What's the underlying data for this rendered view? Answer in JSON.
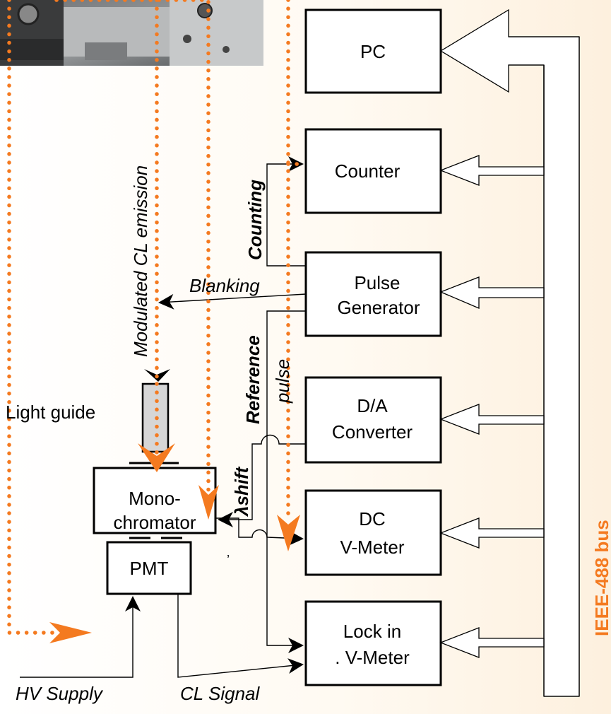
{
  "blocks": {
    "pc": "PC",
    "counter": "Counter",
    "pulse_line1": "Pulse",
    "pulse_line2": "Generator",
    "da_line1": "D/A",
    "da_line2": "Converter",
    "dc_line1": "DC",
    "dc_line2": "V-Meter",
    "lockin_line1": "Lock in",
    "lockin_line2": ". V-Meter",
    "mono_line1": "Mono-",
    "mono_line2": "chromator",
    "pmt": "PMT"
  },
  "labels": {
    "light_guide": "Light guide",
    "modulated_cl": "Modulated CL emission",
    "counting": "Counting",
    "blanking": "Blanking",
    "reference": "Reference",
    "pulse": "pulse",
    "lambda_shift": "λshift",
    "hv_supply": "HV Supply",
    "cl_signal": "CL Signal",
    "bus": "IEEE-488 bus",
    "tick": "’"
  },
  "colors": {
    "accent_orange": "#f47a20",
    "light_guide_fill": "#d6d6d6"
  },
  "photo": {
    "icon": "sem-instrument-photo"
  }
}
